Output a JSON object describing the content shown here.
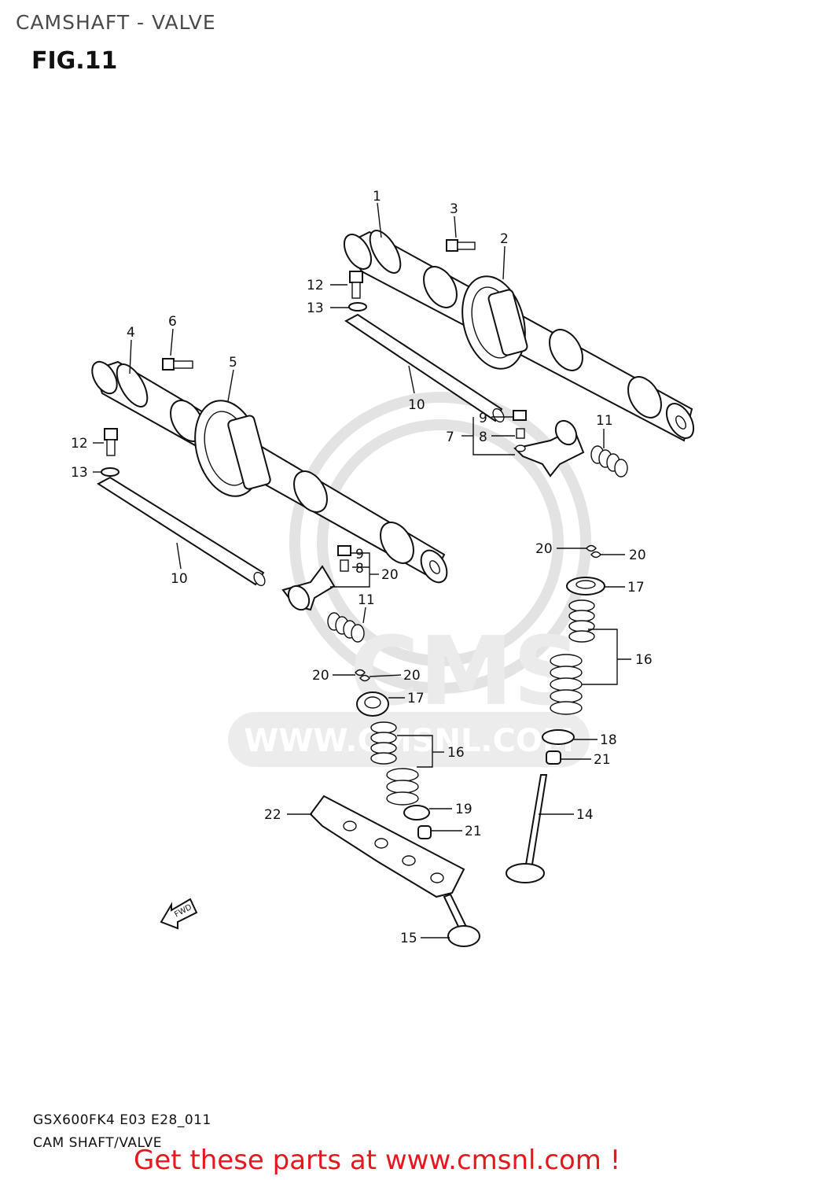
{
  "header": {
    "title": "CAMSHAFT - VALVE",
    "figure": "FIG.11"
  },
  "watermark": {
    "brand": "CMS",
    "url": "WWW.CMSNL.COM"
  },
  "callouts": [
    {
      "id": "c1",
      "label": "1"
    },
    {
      "id": "c2",
      "label": "2"
    },
    {
      "id": "c3",
      "label": "3"
    },
    {
      "id": "c4",
      "label": "4"
    },
    {
      "id": "c5",
      "label": "5"
    },
    {
      "id": "c6",
      "label": "6"
    },
    {
      "id": "c7",
      "label": "7"
    },
    {
      "id": "c8a",
      "label": "8"
    },
    {
      "id": "c8b",
      "label": "8"
    },
    {
      "id": "c9a",
      "label": "9"
    },
    {
      "id": "c9b",
      "label": "9"
    },
    {
      "id": "c10a",
      "label": "10"
    },
    {
      "id": "c10b",
      "label": "10"
    },
    {
      "id": "c11a",
      "label": "11"
    },
    {
      "id": "c11b",
      "label": "11"
    },
    {
      "id": "c12a",
      "label": "12"
    },
    {
      "id": "c12b",
      "label": "12"
    },
    {
      "id": "c13a",
      "label": "13"
    },
    {
      "id": "c13b",
      "label": "13"
    },
    {
      "id": "c14",
      "label": "14"
    },
    {
      "id": "c15",
      "label": "15"
    },
    {
      "id": "c16a",
      "label": "16"
    },
    {
      "id": "c16b",
      "label": "16"
    },
    {
      "id": "c17a",
      "label": "17"
    },
    {
      "id": "c17b",
      "label": "17"
    },
    {
      "id": "c18",
      "label": "18"
    },
    {
      "id": "c19",
      "label": "19"
    },
    {
      "id": "c20a",
      "label": "20"
    },
    {
      "id": "c20b",
      "label": "20"
    },
    {
      "id": "c20c",
      "label": "20"
    },
    {
      "id": "c20d",
      "label": "20"
    },
    {
      "id": "c20e",
      "label": "20"
    },
    {
      "id": "c21a",
      "label": "21"
    },
    {
      "id": "c21b",
      "label": "21"
    },
    {
      "id": "c22",
      "label": "22"
    }
  ],
  "fwd_label": "FWD",
  "footer": {
    "model_code": "GSX600FK4 E03 E28_011",
    "diagram_name": "CAM SHAFT/VALVE",
    "cta": "Get these parts at www.cmsnl.com !"
  },
  "colors": {
    "cta": "#e8171f",
    "ink": "#111111",
    "watermark": "#e3e3e3"
  }
}
